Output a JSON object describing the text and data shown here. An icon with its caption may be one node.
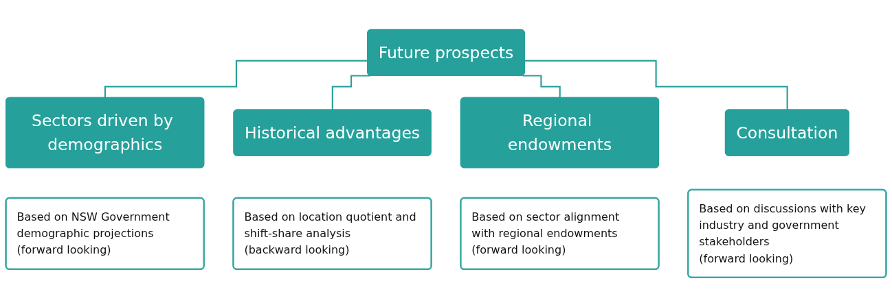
{
  "diagram": {
    "nodes": [
      {
        "text": [
          "Future prospects"
        ]
      },
      {
        "text": [
          "Sectors driven by demographics"
        ]
      },
      {
        "text": [
          "Based on NSW Government demographic projections",
          "(forward looking)"
        ]
      },
      {
        "text": [
          "Historical advantages"
        ]
      },
      {
        "text": [
          "Based on location quotient and shift-share analysis",
          "(backward looking)"
        ]
      },
      {
        "text": [
          "Regional endowments"
        ]
      },
      {
        "text": [
          "Based on sector alignment with regional endowments",
          "(forward looking)"
        ]
      },
      {
        "text": [
          "Consultation"
        ]
      },
      {
        "text": [
          "Based on discussions with key industry and government stakeholders",
          "(forward looking)"
        ]
      }
    ],
    "edges": [
      {
        "from": 0,
        "to": 1,
        "arrow": "none"
      },
      {
        "from": 0,
        "to": 3,
        "arrow": "none"
      },
      {
        "from": 0,
        "to": 5,
        "arrow": "none"
      },
      {
        "from": 0,
        "to": 7,
        "arrow": "none"
      }
    ]
  }
}
